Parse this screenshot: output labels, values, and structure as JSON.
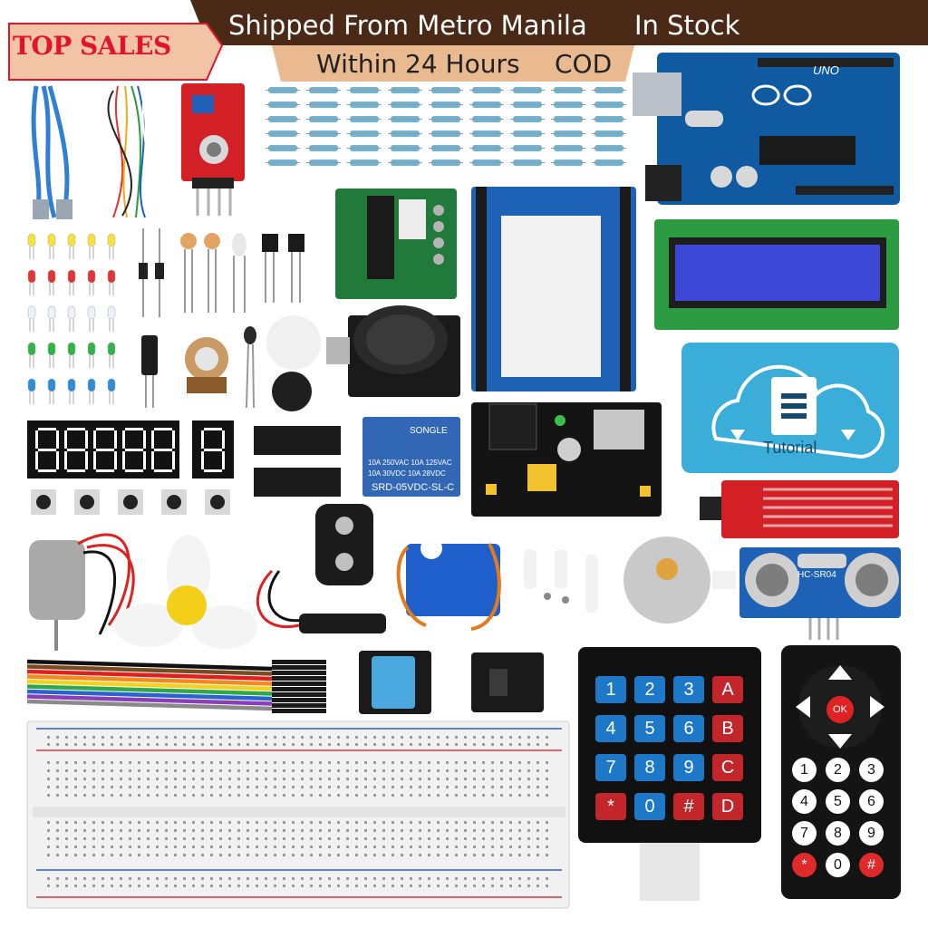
{
  "banner": {
    "shipped": "Shipped From Metro Manila",
    "stock": "In  Stock",
    "within": "Within 24 Hours",
    "cod": "COD",
    "badge": "TOP SALES"
  },
  "tutorial_card": {
    "label": "Tutorial"
  },
  "arduino_board": {
    "label": "UNO"
  },
  "ultrasonic_sensor": {
    "label": "HC-SR04"
  },
  "relay": {
    "brand": "SONGLE",
    "rating_1": "10A 250VAC 10A 125VAC",
    "rating_2": "10A  30VDC 10A  28VDC",
    "model": "SRD-05VDC-SL-C"
  },
  "keypad": {
    "keys": [
      "1",
      "2",
      "3",
      "A",
      "4",
      "5",
      "6",
      "B",
      "7",
      "8",
      "9",
      "C",
      "*",
      "0",
      "#",
      "D"
    ]
  },
  "remote": {
    "ok": "OK",
    "keys": [
      "1",
      "2",
      "3",
      "4",
      "5",
      "6",
      "7",
      "8",
      "9",
      "*",
      "0",
      "#"
    ]
  },
  "colors": {
    "banner_brown": "#4a2a17",
    "badge_red": "#e0142b",
    "arduino_blue": "#0f5aa0",
    "tutorial_blue": "#3aaed8",
    "keypad_blue": "#1d78c8",
    "keypad_red": "#c2262b"
  }
}
